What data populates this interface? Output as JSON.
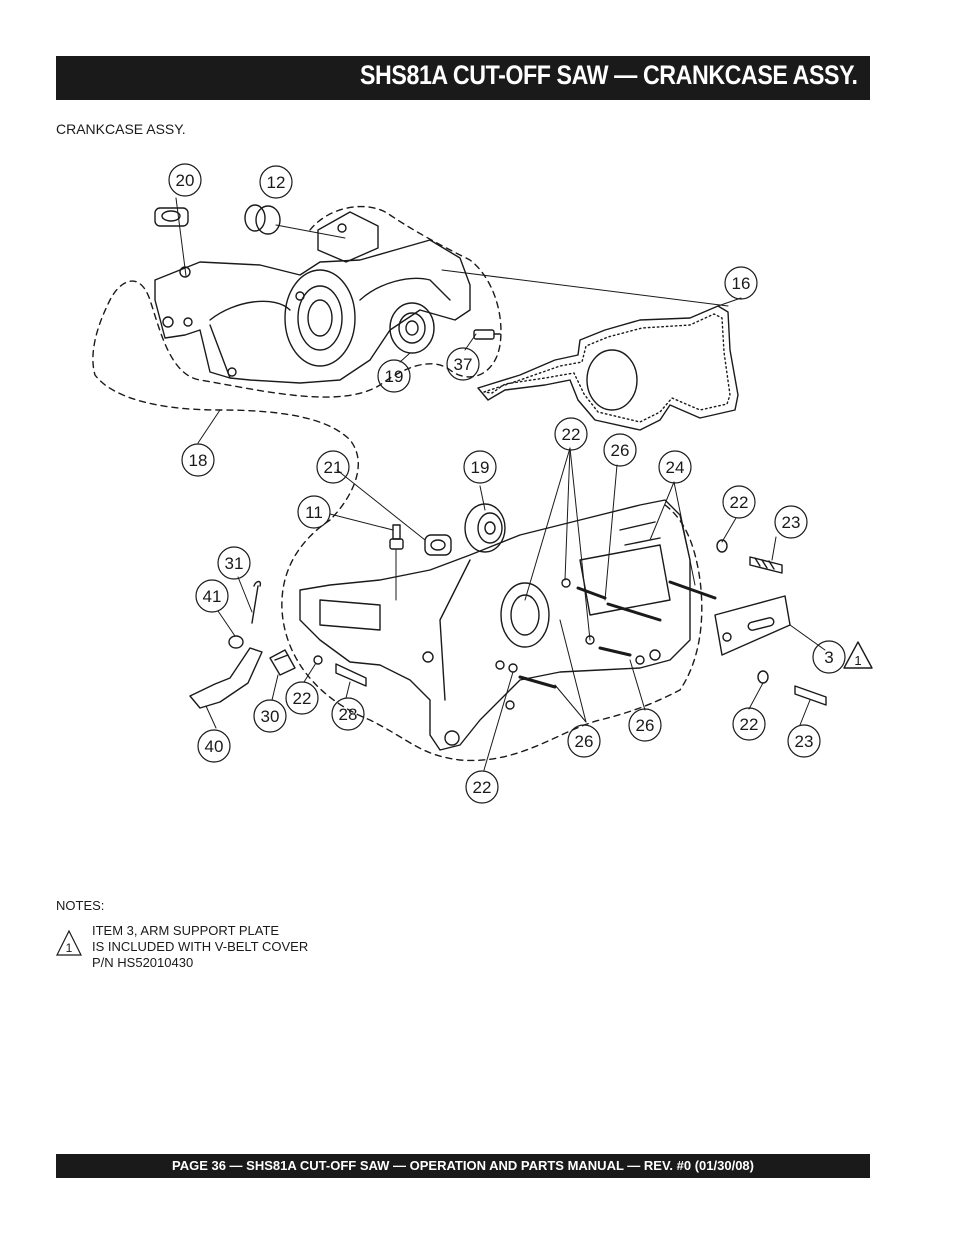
{
  "header": {
    "title": "SHS81A CUT-OFF SAW — CRANKCASE  ASSY."
  },
  "section_label": "CRANKCASE   ASSY.",
  "callouts": [
    {
      "id": "c20",
      "label": "20"
    },
    {
      "id": "c12",
      "label": "12"
    },
    {
      "id": "c16",
      "label": "16"
    },
    {
      "id": "c19a",
      "label": "19"
    },
    {
      "id": "c37",
      "label": "37"
    },
    {
      "id": "c18",
      "label": "18"
    },
    {
      "id": "c22a",
      "label": "22"
    },
    {
      "id": "c26a",
      "label": "26"
    },
    {
      "id": "c24",
      "label": "24"
    },
    {
      "id": "c21",
      "label": "21"
    },
    {
      "id": "c19b",
      "label": "19"
    },
    {
      "id": "c11",
      "label": "11"
    },
    {
      "id": "c22b",
      "label": "22"
    },
    {
      "id": "c23a",
      "label": "23"
    },
    {
      "id": "c31",
      "label": "31"
    },
    {
      "id": "c41",
      "label": "41"
    },
    {
      "id": "c3",
      "label": "3"
    },
    {
      "id": "c22c",
      "label": "22"
    },
    {
      "id": "c30",
      "label": "30"
    },
    {
      "id": "c28",
      "label": "28"
    },
    {
      "id": "c22d",
      "label": "22"
    },
    {
      "id": "c23b",
      "label": "23"
    },
    {
      "id": "c26b",
      "label": "26"
    },
    {
      "id": "c26c",
      "label": "26"
    },
    {
      "id": "c40",
      "label": "40"
    },
    {
      "id": "c22e",
      "label": "22"
    }
  ],
  "triangle_marker": "1",
  "notes": {
    "heading": "NOTES:",
    "marker": "1",
    "text": "ITEM 3, ARM SUPPORT PLATE\nIS INCLUDED WITH V-BELT COVER\nP/N HS52010430"
  },
  "footer": {
    "text": "PAGE 36 — SHS81A CUT-OFF SAW  — OPERATION AND PARTS MANUAL — REV. #0 (01/30/08)"
  }
}
